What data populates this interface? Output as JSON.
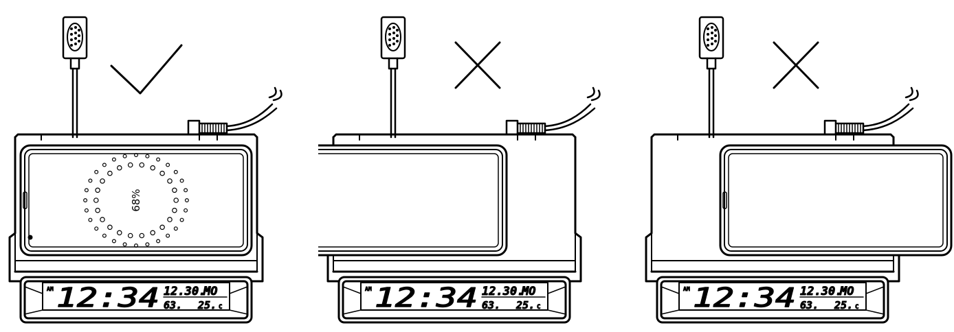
{
  "panels": [
    {
      "id": "centered",
      "verdict": "correct",
      "phone_offset": 0,
      "phone_shows_charging": true
    },
    {
      "id": "offset-left",
      "verdict": "incorrect",
      "phone_offset": -1,
      "phone_shows_charging": false
    },
    {
      "id": "offset-right",
      "verdict": "incorrect",
      "phone_offset": 1,
      "phone_shows_charging": false
    }
  ],
  "phone_screen": {
    "battery_percent": "68%"
  },
  "clock_display": {
    "ampm": "AM",
    "time": "12:34",
    "date": "12.30.",
    "weekday": "MO",
    "temp_in": "63.",
    "temp_out": "25.",
    "temp_out_unit": "C"
  }
}
